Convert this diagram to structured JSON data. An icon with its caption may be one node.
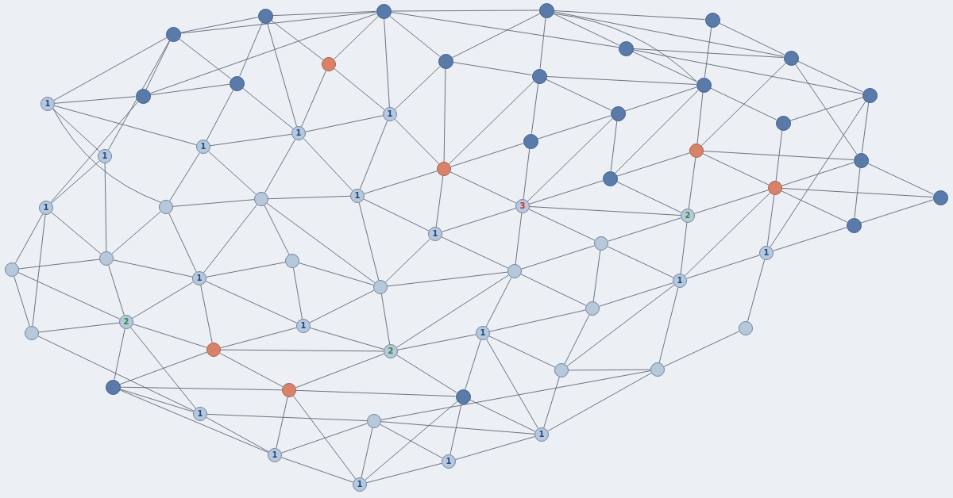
{
  "diagram": {
    "nodes": [
      {
        "text": [],
        "shape": "circle"
      },
      {
        "text": [],
        "shape": "circle"
      },
      {
        "text": [],
        "shape": "circle"
      },
      {
        "text": [],
        "shape": "circle"
      },
      {
        "text": [],
        "shape": "circle"
      },
      {
        "text": [],
        "shape": "circle"
      },
      {
        "text": [],
        "shape": "circle"
      },
      {
        "text": [],
        "shape": "circle"
      },
      {
        "text": [],
        "shape": "circle"
      },
      {
        "text": [],
        "shape": "circle"
      },
      {
        "text": [],
        "shape": "circle"
      },
      {
        "text": [],
        "shape": "circle"
      },
      {
        "text": [],
        "shape": "circle"
      },
      {
        "text": [],
        "shape": "circle"
      },
      {
        "text": [
          "1"
        ]
      },
      {
        "text": [
          "1"
        ]
      },
      {
        "text": [],
        "shape": "circle"
      },
      {
        "text": [],
        "shape": "circle"
      },
      {
        "text": [
          "1"
        ]
      },
      {
        "text": [],
        "shape": "circle"
      },
      {
        "text": [
          "1"
        ]
      },
      {
        "text": [],
        "shape": "circle"
      },
      {
        "text": [
          "1"
        ]
      },
      {
        "text": [],
        "shape": "circle"
      },
      {
        "text": [],
        "shape": "circle"
      },
      {
        "text": [],
        "shape": "circle"
      },
      {
        "text": [],
        "shape": "circle"
      },
      {
        "text": [
          "1"
        ]
      },
      {
        "text": [],
        "shape": "circle"
      },
      {
        "text": [],
        "shape": "circle"
      },
      {
        "text": [
          "1"
        ]
      },
      {
        "text": [],
        "shape": "circle"
      },
      {
        "text": [
          "3"
        ]
      },
      {
        "text": [
          "2"
        ]
      },
      {
        "text": [],
        "shape": "circle"
      },
      {
        "text": [
          "1"
        ]
      },
      {
        "text": [],
        "shape": "circle"
      },
      {
        "text": [
          "1"
        ]
      },
      {
        "text": [],
        "shape": "circle"
      },
      {
        "text": [],
        "shape": "circle"
      },
      {
        "text": [],
        "shape": "circle"
      },
      {
        "text": [],
        "shape": "circle"
      },
      {
        "text": [
          "1"
        ]
      },
      {
        "text": [
          "1"
        ]
      },
      {
        "text": [],
        "shape": "circle"
      },
      {
        "text": [],
        "shape": "circle"
      },
      {
        "text": [
          "2"
        ]
      },
      {
        "text": [],
        "shape": "circle"
      },
      {
        "text": [
          "1"
        ]
      },
      {
        "text": [],
        "shape": "circle"
      },
      {
        "text": [
          "1"
        ]
      },
      {
        "text": [],
        "shape": "circle"
      },
      {
        "text": [
          "2"
        ]
      },
      {
        "text": [],
        "shape": "circle"
      },
      {
        "text": [],
        "shape": "circle"
      },
      {
        "text": [],
        "shape": "circle"
      },
      {
        "text": [],
        "shape": "circle"
      },
      {
        "text": [],
        "shape": "circle"
      },
      {
        "text": [
          "1"
        ]
      },
      {
        "text": [],
        "shape": "circle"
      },
      {
        "text": [
          "1"
        ]
      },
      {
        "text": [
          "1"
        ]
      },
      {
        "text": [
          "1"
        ]
      },
      {
        "text": [
          "1"
        ]
      }
    ],
    "edges": [
      {
        "from": 4,
        "to": 0,
        "arrow": "none"
      },
      {
        "from": 4,
        "to": 1,
        "arrow": "none"
      },
      {
        "from": 0,
        "to": 1,
        "arrow": "none"
      },
      {
        "from": 0,
        "to": 7,
        "arrow": "none"
      },
      {
        "from": 0,
        "to": 18,
        "arrow": "none"
      },
      {
        "from": 0,
        "to": 9,
        "arrow": "none"
      },
      {
        "from": 4,
        "to": 9,
        "arrow": "none"
      },
      {
        "from": 4,
        "to": 14,
        "arrow": "none"
      },
      {
        "from": 4,
        "to": 12,
        "arrow": "none"
      },
      {
        "from": 4,
        "to": 22,
        "arrow": "none"
      },
      {
        "from": 12,
        "to": 30,
        "arrow": "none"
      },
      {
        "from": 22,
        "to": 30,
        "arrow": "none"
      },
      {
        "from": 14,
        "to": 12,
        "arrow": "none"
      },
      {
        "from": 12,
        "to": 1,
        "arrow": "none"
      },
      {
        "from": 12,
        "to": 9,
        "arrow": "none"
      },
      {
        "from": 14,
        "to": 22,
        "arrow": "none"
      },
      {
        "from": 14,
        "to": 31,
        "arrow": "none"
      },
      {
        "from": 14,
        "to": 20,
        "arrow": "none"
      },
      {
        "from": 22,
        "to": 38,
        "arrow": "none"
      },
      {
        "from": 30,
        "to": 38,
        "arrow": "none"
      },
      {
        "from": 30,
        "to": 40,
        "arrow": "none"
      },
      {
        "from": 30,
        "to": 47,
        "arrow": "none"
      },
      {
        "from": 20,
        "to": 9,
        "arrow": "none"
      },
      {
        "from": 20,
        "to": 18,
        "arrow": "none"
      },
      {
        "from": 20,
        "to": 31,
        "arrow": "none"
      },
      {
        "from": 20,
        "to": 28,
        "arrow": "none"
      },
      {
        "from": 9,
        "to": 18,
        "arrow": "none"
      },
      {
        "from": 18,
        "to": 7,
        "arrow": "none"
      },
      {
        "from": 18,
        "to": 15,
        "arrow": "none"
      },
      {
        "from": 18,
        "to": 28,
        "arrow": "none"
      },
      {
        "from": 18,
        "to": 27,
        "arrow": "none"
      },
      {
        "from": 31,
        "to": 28,
        "arrow": "none"
      },
      {
        "from": 31,
        "to": 38,
        "arrow": "none"
      },
      {
        "from": 31,
        "to": 43,
        "arrow": "none"
      },
      {
        "from": 28,
        "to": 27,
        "arrow": "none"
      },
      {
        "from": 28,
        "to": 39,
        "arrow": "none"
      },
      {
        "from": 28,
        "to": 44,
        "arrow": "none"
      },
      {
        "from": 28,
        "to": 43,
        "arrow": "none"
      },
      {
        "from": 1,
        "to": 2,
        "arrow": "none"
      },
      {
        "from": 1,
        "to": 7,
        "arrow": "none"
      },
      {
        "from": 1,
        "to": 15,
        "arrow": "none"
      },
      {
        "from": 1,
        "to": 8,
        "arrow": "none"
      },
      {
        "from": 1,
        "to": 5,
        "arrow": "none"
      },
      {
        "from": 7,
        "to": 15,
        "arrow": "none"
      },
      {
        "from": 8,
        "to": 15,
        "arrow": "none"
      },
      {
        "from": 8,
        "to": 2,
        "arrow": "none"
      },
      {
        "from": 8,
        "to": 10,
        "arrow": "none"
      },
      {
        "from": 8,
        "to": 24,
        "arrow": "none"
      },
      {
        "from": 2,
        "to": 10,
        "arrow": "none"
      },
      {
        "from": 2,
        "to": 5,
        "arrow": "none"
      },
      {
        "from": 2,
        "to": 3,
        "arrow": "none"
      },
      {
        "from": 2,
        "to": 6,
        "arrow": "none"
      },
      {
        "from": 2,
        "to": 11,
        "arrow": "none"
      },
      {
        "from": 10,
        "to": 11,
        "arrow": "none"
      },
      {
        "from": 5,
        "to": 6,
        "arrow": "none"
      },
      {
        "from": 5,
        "to": 13,
        "arrow": "none"
      },
      {
        "from": 5,
        "to": 11,
        "arrow": "none"
      },
      {
        "from": 10,
        "to": 19,
        "arrow": "none"
      },
      {
        "from": 10,
        "to": 16,
        "arrow": "none"
      },
      {
        "from": 10,
        "to": 24,
        "arrow": "none"
      },
      {
        "from": 24,
        "to": 15,
        "arrow": "none"
      },
      {
        "from": 24,
        "to": 27,
        "arrow": "none"
      },
      {
        "from": 24,
        "to": 35,
        "arrow": "none"
      },
      {
        "from": 24,
        "to": 19,
        "arrow": "none"
      },
      {
        "from": 24,
        "to": 32,
        "arrow": "none"
      },
      {
        "from": 15,
        "to": 27,
        "arrow": "none"
      },
      {
        "from": 19,
        "to": 16,
        "arrow": "none"
      },
      {
        "from": 19,
        "to": 32,
        "arrow": "none"
      },
      {
        "from": 16,
        "to": 25,
        "arrow": "none"
      },
      {
        "from": 16,
        "to": 32,
        "arrow": "none"
      },
      {
        "from": 16,
        "to": 11,
        "arrow": "none"
      },
      {
        "from": 25,
        "to": 32,
        "arrow": "none"
      },
      {
        "from": 25,
        "to": 21,
        "arrow": "none"
      },
      {
        "from": 25,
        "to": 33,
        "arrow": "none"
      },
      {
        "from": 32,
        "to": 33,
        "arrow": "none"
      },
      {
        "from": 32,
        "to": 36,
        "arrow": "none"
      },
      {
        "from": 32,
        "to": 35,
        "arrow": "none"
      },
      {
        "from": 32,
        "to": 41,
        "arrow": "none"
      },
      {
        "from": 27,
        "to": 35,
        "arrow": "none"
      },
      {
        "from": 27,
        "to": 44,
        "arrow": "none"
      },
      {
        "from": 35,
        "to": 44,
        "arrow": "none"
      },
      {
        "from": 35,
        "to": 41,
        "arrow": "none"
      },
      {
        "from": 36,
        "to": 33,
        "arrow": "none"
      },
      {
        "from": 36,
        "to": 42,
        "arrow": "none"
      },
      {
        "from": 36,
        "to": 45,
        "arrow": "none"
      },
      {
        "from": 3,
        "to": 6,
        "arrow": "none"
      },
      {
        "from": 3,
        "to": 11,
        "arrow": "none"
      },
      {
        "from": 6,
        "to": 13,
        "arrow": "none"
      },
      {
        "from": 6,
        "to": 23,
        "arrow": "none"
      },
      {
        "from": 6,
        "to": 21,
        "arrow": "none"
      },
      {
        "from": 11,
        "to": 17,
        "arrow": "none"
      },
      {
        "from": 11,
        "to": 21,
        "arrow": "none"
      },
      {
        "from": 11,
        "to": 25,
        "arrow": "none"
      },
      {
        "from": 17,
        "to": 13,
        "arrow": "none"
      },
      {
        "from": 17,
        "to": 26,
        "arrow": "none"
      },
      {
        "from": 13,
        "to": 23,
        "arrow": "none"
      },
      {
        "from": 13,
        "to": 37,
        "arrow": "none"
      },
      {
        "from": 21,
        "to": 23,
        "arrow": "none"
      },
      {
        "from": 21,
        "to": 26,
        "arrow": "none"
      },
      {
        "from": 21,
        "to": 33,
        "arrow": "none"
      },
      {
        "from": 23,
        "to": 26,
        "arrow": "none"
      },
      {
        "from": 23,
        "to": 34,
        "arrow": "none"
      },
      {
        "from": 23,
        "to": 29,
        "arrow": "none"
      },
      {
        "from": 26,
        "to": 29,
        "arrow": "none"
      },
      {
        "from": 26,
        "to": 34,
        "arrow": "none"
      },
      {
        "from": 26,
        "to": 37,
        "arrow": "none"
      },
      {
        "from": 26,
        "to": 33,
        "arrow": "none"
      },
      {
        "from": 26,
        "to": 42,
        "arrow": "none"
      },
      {
        "from": 34,
        "to": 29,
        "arrow": "none"
      },
      {
        "from": 34,
        "to": 37,
        "arrow": "none"
      },
      {
        "from": 33,
        "to": 42,
        "arrow": "none"
      },
      {
        "from": 37,
        "to": 49,
        "arrow": "none"
      },
      {
        "from": 37,
        "to": 42,
        "arrow": "none"
      },
      {
        "from": 40,
        "to": 38,
        "arrow": "none"
      },
      {
        "from": 40,
        "to": 47,
        "arrow": "none"
      },
      {
        "from": 40,
        "to": 46,
        "arrow": "none"
      },
      {
        "from": 47,
        "to": 46,
        "arrow": "none"
      },
      {
        "from": 47,
        "to": 58,
        "arrow": "none"
      },
      {
        "from": 38,
        "to": 43,
        "arrow": "none"
      },
      {
        "from": 38,
        "to": 46,
        "arrow": "none"
      },
      {
        "from": 43,
        "to": 39,
        "arrow": "none"
      },
      {
        "from": 43,
        "to": 46,
        "arrow": "none"
      },
      {
        "from": 43,
        "to": 51,
        "arrow": "none"
      },
      {
        "from": 43,
        "to": 48,
        "arrow": "none"
      },
      {
        "from": 39,
        "to": 48,
        "arrow": "none"
      },
      {
        "from": 46,
        "to": 51,
        "arrow": "none"
      },
      {
        "from": 46,
        "to": 55,
        "arrow": "none"
      },
      {
        "from": 46,
        "to": 58,
        "arrow": "none"
      },
      {
        "from": 51,
        "to": 48,
        "arrow": "none"
      },
      {
        "from": 51,
        "to": 52,
        "arrow": "none"
      },
      {
        "from": 51,
        "to": 55,
        "arrow": "none"
      },
      {
        "from": 51,
        "to": 56,
        "arrow": "none"
      },
      {
        "from": 55,
        "to": 56,
        "arrow": "none"
      },
      {
        "from": 55,
        "to": 58,
        "arrow": "none"
      },
      {
        "from": 55,
        "to": 61,
        "arrow": "none"
      },
      {
        "from": 58,
        "to": 59,
        "arrow": "none"
      },
      {
        "from": 58,
        "to": 61,
        "arrow": "none"
      },
      {
        "from": 56,
        "to": 61,
        "arrow": "none"
      },
      {
        "from": 56,
        "to": 52,
        "arrow": "none"
      },
      {
        "from": 56,
        "to": 57,
        "arrow": "none"
      },
      {
        "from": 56,
        "to": 63,
        "arrow": "none"
      },
      {
        "from": 61,
        "to": 59,
        "arrow": "none"
      },
      {
        "from": 61,
        "to": 63,
        "arrow": "none"
      },
      {
        "from": 48,
        "to": 44,
        "arrow": "none"
      },
      {
        "from": 39,
        "to": 44,
        "arrow": "none"
      },
      {
        "from": 44,
        "to": 41,
        "arrow": "none"
      },
      {
        "from": 44,
        "to": 52,
        "arrow": "none"
      },
      {
        "from": 48,
        "to": 52,
        "arrow": "none"
      },
      {
        "from": 52,
        "to": 41,
        "arrow": "none"
      },
      {
        "from": 52,
        "to": 50,
        "arrow": "none"
      },
      {
        "from": 52,
        "to": 57,
        "arrow": "none"
      },
      {
        "from": 41,
        "to": 50,
        "arrow": "none"
      },
      {
        "from": 41,
        "to": 45,
        "arrow": "none"
      },
      {
        "from": 41,
        "to": 36,
        "arrow": "none"
      },
      {
        "from": 45,
        "to": 50,
        "arrow": "none"
      },
      {
        "from": 45,
        "to": 53,
        "arrow": "none"
      },
      {
        "from": 45,
        "to": 42,
        "arrow": "none"
      },
      {
        "from": 50,
        "to": 53,
        "arrow": "none"
      },
      {
        "from": 50,
        "to": 57,
        "arrow": "none"
      },
      {
        "from": 50,
        "to": 60,
        "arrow": "none"
      },
      {
        "from": 53,
        "to": 60,
        "arrow": "none"
      },
      {
        "from": 53,
        "to": 54,
        "arrow": "none"
      },
      {
        "from": 53,
        "to": 42,
        "arrow": "none"
      },
      {
        "from": 57,
        "to": 60,
        "arrow": "none"
      },
      {
        "from": 57,
        "to": 62,
        "arrow": "none"
      },
      {
        "from": 57,
        "to": 63,
        "arrow": "none"
      },
      {
        "from": 59,
        "to": 54,
        "arrow": "none"
      },
      {
        "from": 59,
        "to": 60,
        "arrow": "none"
      },
      {
        "from": 59,
        "to": 62,
        "arrow": "none"
      },
      {
        "from": 59,
        "to": 63,
        "arrow": "none"
      },
      {
        "from": 60,
        "to": 62,
        "arrow": "none"
      },
      {
        "from": 60,
        "to": 54,
        "arrow": "none"
      },
      {
        "from": 62,
        "to": 63,
        "arrow": "none"
      },
      {
        "from": 42,
        "to": 54,
        "arrow": "none"
      },
      {
        "from": 54,
        "to": 49,
        "arrow": "none"
      }
    ]
  }
}
